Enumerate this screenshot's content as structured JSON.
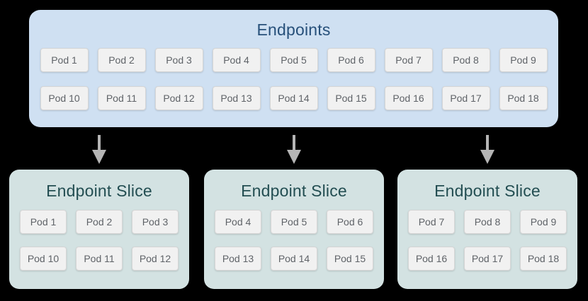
{
  "colors": {
    "background": "#000000",
    "endpoints_box": "#cfe0f2",
    "endpoints_title": "#27507a",
    "slice_box": "#d3e2e2",
    "slice_title": "#234e52",
    "pod_bg": "#f1f1f1",
    "pod_border": "#d6d6d6",
    "pod_text": "#5f6368",
    "arrow": "#b5b5b5"
  },
  "endpoints": {
    "title": "Endpoints",
    "rows": [
      [
        "Pod 1",
        "Pod 2",
        "Pod 3",
        "Pod 4",
        "Pod 5",
        "Pod 6",
        "Pod 7",
        "Pod 8",
        "Pod 9"
      ],
      [
        "Pod 10",
        "Pod 11",
        "Pod 12",
        "Pod 13",
        "Pod 14",
        "Pod 15",
        "Pod 16",
        "Pod 17",
        "Pod 18"
      ]
    ]
  },
  "slices": [
    {
      "title": "Endpoint Slice",
      "rows": [
        [
          "Pod 1",
          "Pod 2",
          "Pod 3"
        ],
        [
          "Pod 10",
          "Pod 11",
          "Pod 12"
        ]
      ]
    },
    {
      "title": "Endpoint Slice",
      "rows": [
        [
          "Pod 4",
          "Pod 5",
          "Pod 6"
        ],
        [
          "Pod 13",
          "Pod 14",
          "Pod 15"
        ]
      ]
    },
    {
      "title": "Endpoint Slice",
      "rows": [
        [
          "Pod 7",
          "Pod 8",
          "Pod 9"
        ],
        [
          "Pod 16",
          "Pod 17",
          "Pod 18"
        ]
      ]
    }
  ]
}
